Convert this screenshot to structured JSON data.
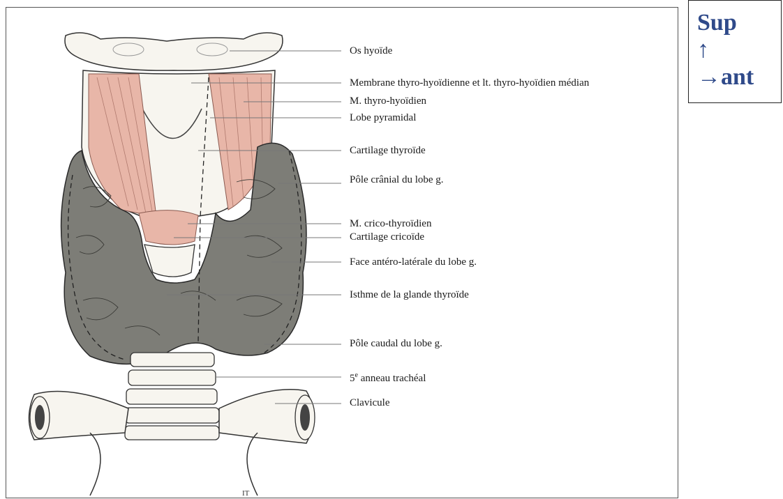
{
  "orientation": {
    "line1": "Sup",
    "line2": "↑",
    "line3": "→ant"
  },
  "labels": [
    {
      "id": "os-hyoide",
      "text": "Os hyoïde"
    },
    {
      "id": "membrane",
      "text": "Membrane thyro-hyoïdienne et lt. thyro-hyoïdien médian"
    },
    {
      "id": "m-thyro-hyoidien",
      "text": "M. thyro-hyoïdien"
    },
    {
      "id": "lobe-pyramidal",
      "text": "Lobe pyramidal"
    },
    {
      "id": "cartilage-thyroide",
      "text": "Cartilage thyroïde"
    },
    {
      "id": "pole-cranial",
      "text": "Pôle crânial du lobe g."
    },
    {
      "id": "m-crico-thyroidien",
      "text": "M. crico-thyroïdien"
    },
    {
      "id": "cartilage-cricoide",
      "text": "Cartilage cricoïde"
    },
    {
      "id": "face-antero-laterale",
      "text": "Face antéro-latérale du lobe g."
    },
    {
      "id": "isthme",
      "text": "Isthme de la glande thyroïde"
    },
    {
      "id": "pole-caudal",
      "text": "Pôle caudal du lobe g."
    },
    {
      "id": "anneau-tracheal",
      "text_before_sup": "5",
      "text_sup": "e",
      "text_after_sup": " anneau trachéal"
    },
    {
      "id": "clavicule",
      "text": "Clavicule"
    }
  ],
  "artist_mark": "IT",
  "colors": {
    "muscle": "#e8b6a8",
    "gland": "#7d7d77",
    "bone": "#f7f5ef",
    "orientation_text": "#2f4a8a"
  }
}
